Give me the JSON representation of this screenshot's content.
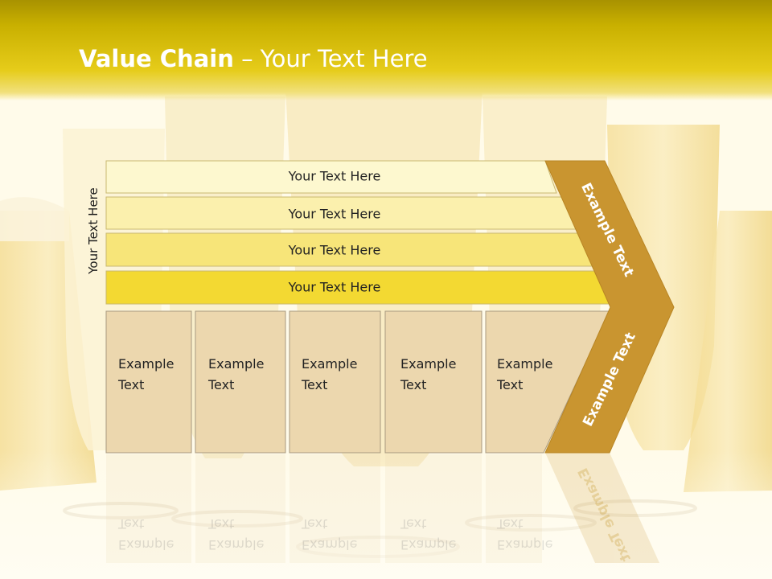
{
  "title": {
    "bold": "Value Chain",
    "rest": " – Your Text Here"
  },
  "side_label": "Your Text Here",
  "bars": [
    {
      "label": "Your Text Here"
    },
    {
      "label": "Your Text Here"
    },
    {
      "label": "Your Text Here"
    },
    {
      "label": "Your Text Here"
    }
  ],
  "cards": [
    {
      "label": "Example\nText"
    },
    {
      "label": "Example\nText"
    },
    {
      "label": "Example\nText"
    },
    {
      "label": "Example\nText"
    },
    {
      "label": "Example\nText"
    }
  ],
  "chevron": {
    "upper_label": "Example Text",
    "lower_label": "Example Text"
  },
  "colors": {
    "title_bar": "#c9b000",
    "bar_fills": [
      "#fdf8cf",
      "#fbf0ad",
      "#f7e579",
      "#f3d932"
    ],
    "card_fill": "#ecd7ae",
    "chevron_fill": "#c99530"
  }
}
